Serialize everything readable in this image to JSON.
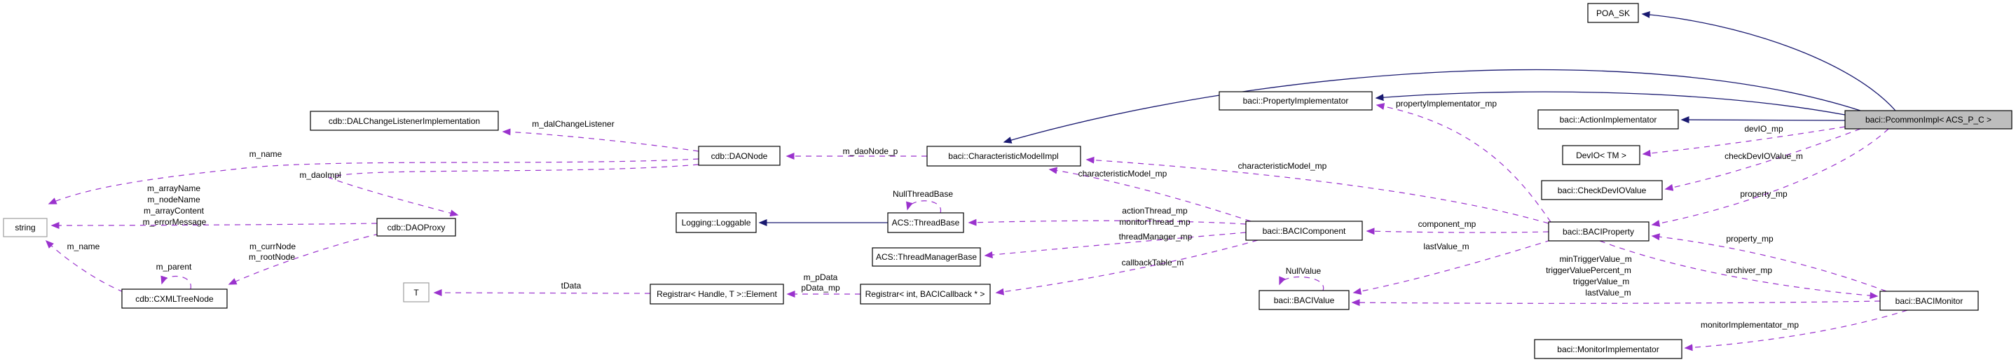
{
  "diagram": {
    "kind": "doxygen-collaboration-graph",
    "focus_class": "baci::PcommonImpl< ACS_P_C >"
  },
  "colors": {
    "usage_edge": "#9a32cd",
    "inheritance_edge": "#191970",
    "node_border": "#000000",
    "node_fill": "#ffffff",
    "focus_node_fill": "#bdbdbd",
    "external_node_border": "#9e9e9e"
  },
  "nodes": [
    {
      "label": "string"
    },
    {
      "label": "cdb::CXMLTreeNode"
    },
    {
      "label": "cdb::DALChangeListenerImplementation"
    },
    {
      "label": "cdb::DAOProxy"
    },
    {
      "label": "T"
    },
    {
      "label": "Registrar< Handle, T >::Element"
    },
    {
      "label": "Logging::Loggable"
    },
    {
      "label": "cdb::DAONode"
    },
    {
      "label": "Registrar< int, BACICallback * >"
    },
    {
      "label": "ACS::ThreadBase"
    },
    {
      "label": "ACS::ThreadManagerBase"
    },
    {
      "label": "baci::CharacteristicModelImpl"
    },
    {
      "label": "baci::PropertyImplementator"
    },
    {
      "label": "baci::BACIComponent"
    },
    {
      "label": "baci::BACIValue"
    },
    {
      "label": "POA_SK"
    },
    {
      "label": "baci::ActionImplementator"
    },
    {
      "label": "DevIO< TM >"
    },
    {
      "label": "baci::CheckDevIOValue"
    },
    {
      "label": "baci::BACIProperty"
    },
    {
      "label": "baci::BACIMonitor"
    },
    {
      "label": "baci::MonitorImplementator"
    },
    {
      "label": "baci::PcommonImpl< ACS_P_C >"
    }
  ],
  "edge_labels": [
    {
      "text": "m_dalChangeListener"
    },
    {
      "text": "m_name"
    },
    {
      "text": "m_daoImpl"
    },
    {
      "text": "m_daoNode_p"
    },
    {
      "text": "m_arrayName"
    },
    {
      "text": "m_nodeName"
    },
    {
      "text": "m_arrayContent"
    },
    {
      "text": "m_errorMessage"
    },
    {
      "text": "m_name"
    },
    {
      "text": "m_currNode"
    },
    {
      "text": "m_rootNode"
    },
    {
      "text": "m_parent"
    },
    {
      "text": "tData"
    },
    {
      "text": "m_pData"
    },
    {
      "text": "pData_mp"
    },
    {
      "text": "NullThreadBase"
    },
    {
      "text": "NullValue"
    },
    {
      "text": "characteristicModel_mp"
    },
    {
      "text": "characteristicModel_mp"
    },
    {
      "text": "actionThread_mp"
    },
    {
      "text": "monitorThread_mp"
    },
    {
      "text": "threadManager_mp"
    },
    {
      "text": "callbackTable_m"
    },
    {
      "text": "propertyImplementator_mp"
    },
    {
      "text": "component_mp"
    },
    {
      "text": "lastValue_m"
    },
    {
      "text": "devIO_mp"
    },
    {
      "text": "checkDevIOValue_m"
    },
    {
      "text": "property_mp"
    },
    {
      "text": "property_mp"
    },
    {
      "text": "archiver_mp"
    },
    {
      "text": "minTriggerValue_m"
    },
    {
      "text": "triggerValuePercent_m"
    },
    {
      "text": "triggerValue_m"
    },
    {
      "text": "lastValue_m"
    },
    {
      "text": "monitorImplementator_mp"
    }
  ]
}
